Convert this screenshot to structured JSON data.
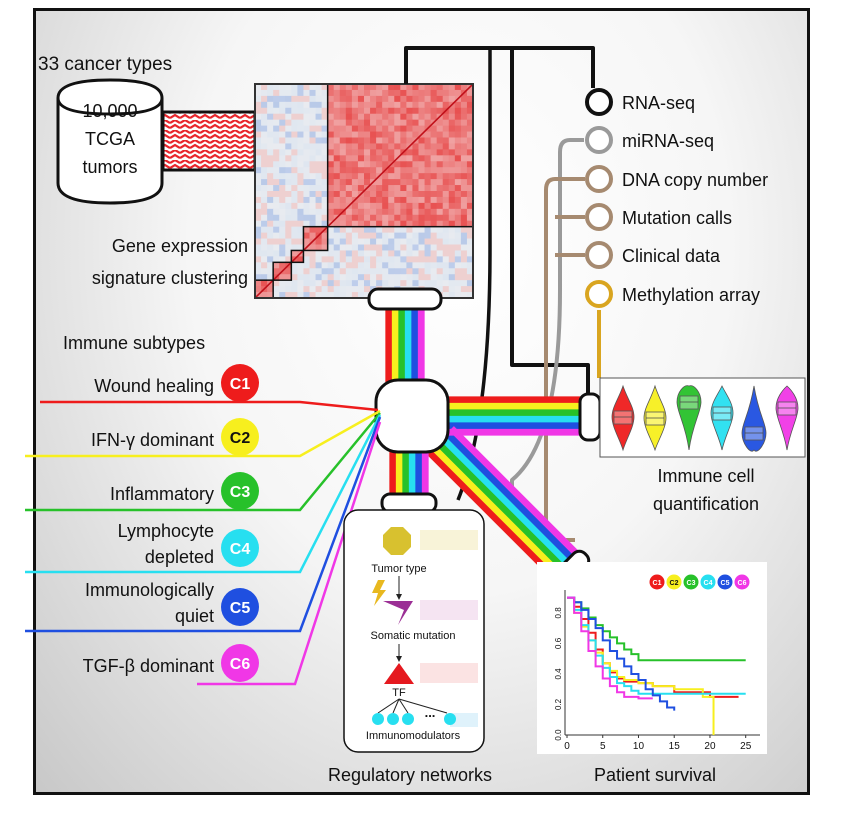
{
  "top": {
    "cancer_types": "33 cancer types",
    "tumors_line1": "10,000",
    "tumors_line2": "TCGA",
    "tumors_line3": "tumors",
    "clustering_line1": "Gene expression",
    "clustering_line2": "signature clustering"
  },
  "data_types": [
    {
      "label": "RNA-seq",
      "color": "#111111"
    },
    {
      "label": "miRNA-seq",
      "color": "#9a9a9a"
    },
    {
      "label": "DNA copy number",
      "color": "#a68a70"
    },
    {
      "label": "Mutation calls",
      "color": "#a68a70"
    },
    {
      "label": "Clinical data",
      "color": "#a68a70"
    },
    {
      "label": "Methylation array",
      "color": "#d9a520"
    }
  ],
  "subtypes": {
    "title": "Immune subtypes",
    "items": [
      {
        "code": "C1",
        "lines": [
          "Wound healing"
        ],
        "color": "#ee1c1c"
      },
      {
        "code": "C2",
        "lines": [
          "IFN-γ dominant"
        ],
        "color": "#f7ef1e"
      },
      {
        "code": "C3",
        "lines": [
          "Inflammatory"
        ],
        "color": "#27c12a"
      },
      {
        "code": "C4",
        "lines": [
          "Lymphocyte",
          "depleted"
        ],
        "color": "#27dff0"
      },
      {
        "code": "C5",
        "lines": [
          "Immunologically",
          "quiet"
        ],
        "color": "#1f4fe0"
      },
      {
        "code": "C6",
        "lines": [
          "TGF-β dominant"
        ],
        "color": "#f037e6"
      }
    ]
  },
  "panels": {
    "immune_cell_line1": "Immune cell",
    "immune_cell_line2": "quantification",
    "regulatory": "Regulatory networks",
    "survival": "Patient survival"
  },
  "network": {
    "tumor_type": "Tumor type",
    "somatic_mutation": "Somatic mutation",
    "tf": "TF",
    "immunomodulators": "Immunomodulators",
    "ellipsis": "..."
  },
  "chart_data": {
    "type": "line",
    "title": "",
    "xlabel": "",
    "ylabel": "",
    "x_ticks": [
      "0",
      "5",
      "10",
      "15",
      "20",
      "25"
    ],
    "y_ticks": [
      "0.0",
      "0.2",
      "0.4",
      "0.6",
      "0.8"
    ],
    "xlim": [
      0,
      27
    ],
    "ylim": [
      0,
      0.95
    ],
    "series": [
      {
        "name": "C1",
        "color": "#ee1c1c",
        "x": [
          0,
          1,
          2,
          3,
          4,
          5,
          6,
          7,
          8,
          10,
          12,
          15,
          20,
          24
        ],
        "y": [
          0.9,
          0.84,
          0.76,
          0.67,
          0.56,
          0.47,
          0.41,
          0.37,
          0.35,
          0.34,
          0.32,
          0.28,
          0.25,
          0.25
        ]
      },
      {
        "name": "C2",
        "color": "#f7ef1e",
        "x": [
          0,
          1,
          2,
          3,
          4,
          5,
          6,
          7,
          8,
          10,
          12,
          15,
          19,
          20,
          20.5
        ],
        "y": [
          0.9,
          0.8,
          0.71,
          0.62,
          0.54,
          0.47,
          0.42,
          0.38,
          0.36,
          0.34,
          0.32,
          0.3,
          0.25,
          0.25,
          0.0
        ]
      },
      {
        "name": "C3",
        "color": "#27c12a",
        "x": [
          0,
          1,
          2,
          3,
          4,
          5,
          6,
          7,
          8,
          9,
          10,
          12,
          15,
          20,
          25
        ],
        "y": [
          0.9,
          0.87,
          0.83,
          0.77,
          0.72,
          0.68,
          0.64,
          0.6,
          0.56,
          0.53,
          0.49,
          0.49,
          0.49,
          0.49,
          0.49
        ]
      },
      {
        "name": "C4",
        "color": "#27dff0",
        "x": [
          0,
          1,
          2,
          3,
          4,
          5,
          6,
          7,
          8,
          9,
          10,
          12,
          15,
          20,
          25
        ],
        "y": [
          0.9,
          0.82,
          0.72,
          0.62,
          0.52,
          0.44,
          0.38,
          0.34,
          0.32,
          0.29,
          0.27,
          0.27,
          0.27,
          0.27,
          0.27
        ]
      },
      {
        "name": "C5",
        "color": "#1f4fe0",
        "x": [
          0,
          1,
          2,
          3,
          4,
          5,
          6,
          7,
          8,
          9,
          10,
          11,
          12,
          13,
          14,
          15
        ],
        "y": [
          0.9,
          0.87,
          0.82,
          0.76,
          0.7,
          0.62,
          0.55,
          0.5,
          0.45,
          0.4,
          0.36,
          0.3,
          0.26,
          0.22,
          0.18,
          0.16
        ]
      },
      {
        "name": "C6",
        "color": "#f037e6",
        "x": [
          0,
          1,
          2,
          3,
          4,
          5,
          6,
          7,
          8,
          10,
          12
        ],
        "y": [
          0.9,
          0.8,
          0.68,
          0.55,
          0.45,
          0.37,
          0.32,
          0.28,
          0.25,
          0.24,
          0.24
        ]
      }
    ],
    "legend": "top-right"
  }
}
